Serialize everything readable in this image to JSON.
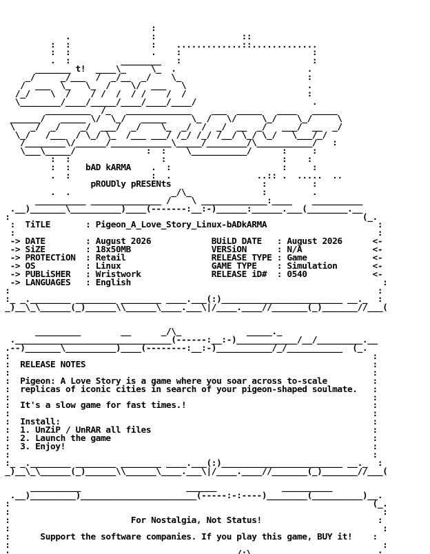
{
  "nfo": {
    "lines": [
      "",
      "",
      "",
      "                              :",
      "             .                :                 ::",
      "          :  :                :    .............::.............",
      "          :  :                .    :                          :",
      "          .  :          ________   :                          :",
      "       _______ t!  ____\\_     \\_  .                          .",
      "     _/     _/___  /  _/__  _/    \\_                         :",
      "    /  ___  \\_   \\_  /    \\/  ___   \\                        .",
      "   /_/    \\  /    / /  /  / /    /  /                        :",
      "   \\________/____/_____/____/____/____/                       .",
      "         _________  /_   _____________    ___  _____   ____   _____",
      "  ______/   _____ \\/  \\_/   _____     \\_ /   \\/     \\_/    \\_/     \\",
      "  \\   _/  _/    _/  ___/  _/    \\_  _/  /  _/  __  _/   ___/  __  _/",
      "   \\_/   /___  / \\_/ \\_  /___ ___/ /_/ /_/ /__/ \\_/ \\_/   \\___/_/",
      "    /________\\/______/____________\\_____/________/\\___________/   :",
      "    \\___\\_____/              :  :    \\___________/      :     :",
      "          :  :                  :                       :    :",
      "          :  :   bAD kARMA    .  :                      :     :",
      "          .  :                :  .                 ..:: .  .....  ..",
      "                  pROUDly pRESENts                  :         :",
      "          .  .                    _/\\_              :         .",
      "       __________ ______________ /    \\ _____________:____    __________",
      "  .__)_______\\__________)____(-------:__:-)______:______.___(________.__",
      " :                                                                      (_.",
      "  :  TiTLE       : Pigeon_A_Love_Story_Linux-bADkARMA                      :",
      "  :                                                                        :",
      "  -> DATE        : August 2026            BUiLD DATE   : August 2026      <-",
      "  -> SiZE        : 18x50MB                VERSiON      : N/A              <-",
      "  -> PROTECTiON  : Retail                 RELEASE TYPE : Game             <-",
      "  -> OS          : Linux                  GAME TYPE    : Simulation       <-",
      "  -> PUBLiSHER   : Wristwork              RELEASE iD#  : 0540             <-",
      "  -> LANGUAGES   : English                                                  :",
      " :                                                                         :",
      " :_ _.________ ________ ________ ____.___(:)________________________ __._  :",
      " _)__\\_\\______(_)______\\\\______\\____.___\\|/____.____//_______(_)_______//___(",
      "",
      "",
      "       _________        __      _/\\_             _____._",
      "  ._______________________________(------:__:-)____________/__/_________.__",
      " .--)_______\\__________)____(--------:__:-)___________/_/___________  (_.",
      " :                                                                        :",
      " :  RELEASE NOTES                                                         :",
      " :                                                                        :",
      " :  Pigeon: A Love Story is a game where you soar across to-scale         :",
      " :  replicas of iconic cities in search of your pigeon-shaped soulmate.   :",
      " :                                                                        :",
      " :  It's a slow game for fast times.!                                     :",
      " :                                                                        :",
      " :  Install:                                                              :",
      " :  1. UnZiP / UnRAR all files                                            :",
      " :  2. Launch the game                                                    :",
      " :  3. Enjoy!                                                             :",
      " :                                                                        :",
      " :_ _.________ ________ ________ ____.___(:)________________________ __._  :",
      " _)__\\_\\______(_)______\\\\______\\____.___\\|/____.____//_______(_)_______//___(",
      "",
      "      __________                     ______             __________",
      "  .__)_________)_______________________(-----:-:----)________(__________)__.",
      " :                                                                        (_.",
      " :                                                                          :",
      " :                        For Nostalgia, Not Status!                       :",
      " :                                                                          :",
      " :      Support the software companies. If you play this game, BUY it!    :",
      " :                                                                          :",
      " :_   _.________ ________ _____.____   ______ _/:\\________ ______ ____.__  :_",
      " (____//_______\\\\___.____(______(________\\|/________.___//______\\\\______\\__)"
    ]
  }
}
